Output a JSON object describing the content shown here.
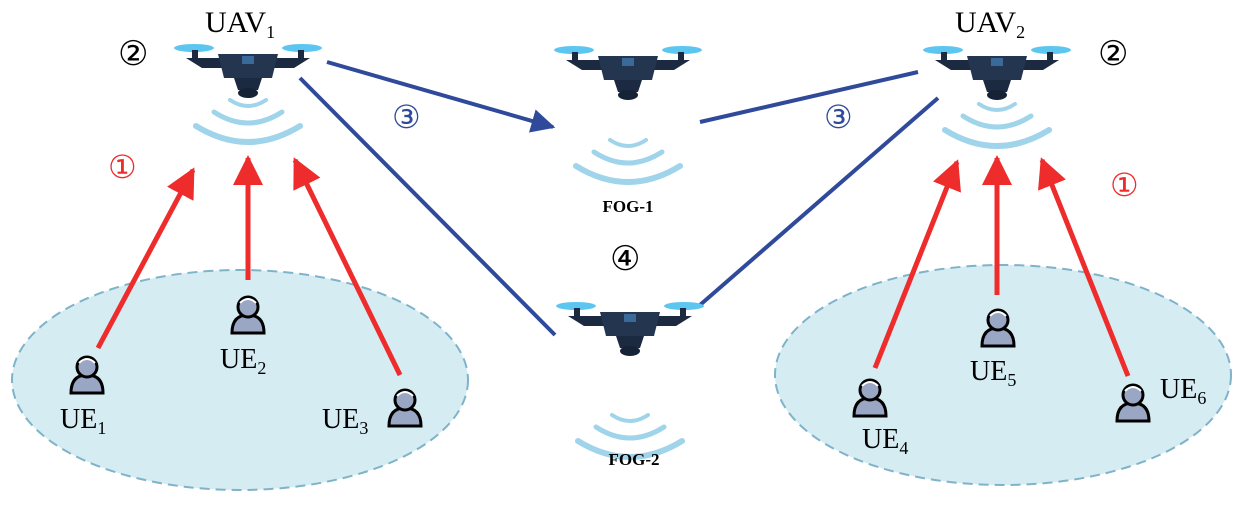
{
  "colors": {
    "uplink": "#ee2c2c",
    "backhaul": "#2f4a9a",
    "cluster_fill": "#d6ecf3",
    "cluster_stroke": "#7fb3c9",
    "drone_body": "#1b2a40",
    "signal": "#9fd4ea"
  },
  "uavs": [
    {
      "base": "UAV",
      "sub": "1"
    },
    {
      "base": "UAV",
      "sub": "2"
    }
  ],
  "fogs": [
    {
      "label": "FOG-1"
    },
    {
      "label": "FOG-2"
    }
  ],
  "steps": {
    "uplink": "①",
    "uav_compute": "②",
    "offload": "③",
    "fog_compute": "④"
  },
  "users": [
    {
      "base": "UE",
      "sub": "1"
    },
    {
      "base": "UE",
      "sub": "2"
    },
    {
      "base": "UE",
      "sub": "3"
    },
    {
      "base": "UE",
      "sub": "4"
    },
    {
      "base": "UE",
      "sub": "5"
    },
    {
      "base": "UE",
      "sub": "6"
    }
  ]
}
